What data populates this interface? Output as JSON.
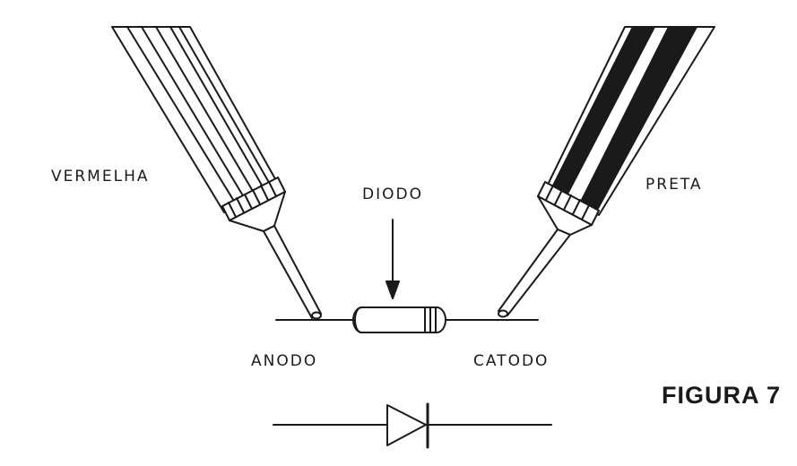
{
  "labels": {
    "red_probe": "VERMELHA",
    "black_probe": "PRETA",
    "diode": "DIODO",
    "anode": "ANODO",
    "cathode": "CATODO"
  },
  "figure_title": "FIGURA 7",
  "colors": {
    "ink": "#1a1a1a",
    "paper": "#ffffff"
  }
}
